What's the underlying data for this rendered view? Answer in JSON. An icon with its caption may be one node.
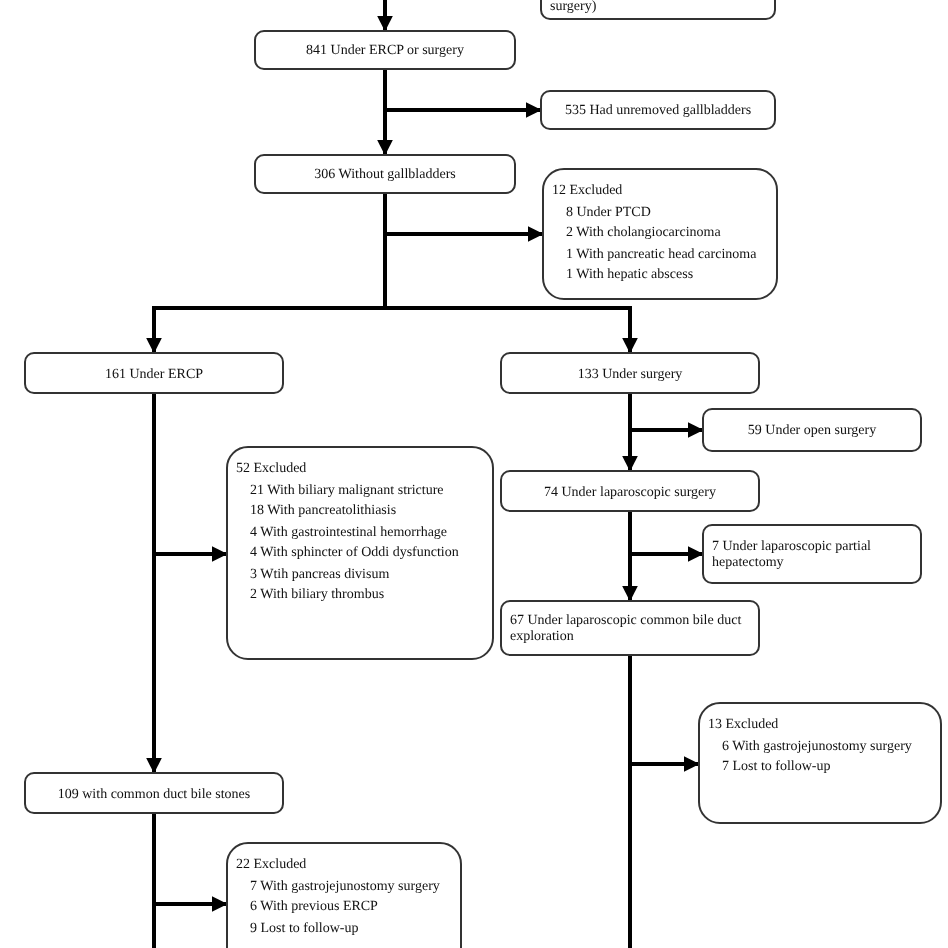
{
  "diagram": {
    "nodes": [
      {
        "text": [
          "surgery)"
        ]
      },
      {
        "text": [
          "841 Under ERCP or surgery"
        ]
      },
      {
        "text": [
          "535 Had unremoved gallbladders"
        ]
      },
      {
        "text": [
          "306 Without gallbladders"
        ]
      },
      {
        "text": [
          "12 Excluded",
          "8 Under PTCD",
          "2 With cholangiocarcinoma",
          "1 With pancreatic head carcinoma",
          "1 With hepatic abscess"
        ]
      },
      {
        "text": [
          "161 Under ERCP"
        ]
      },
      {
        "text": [
          "133 Under surgery"
        ]
      },
      {
        "text": [
          "59 Under open surgery"
        ]
      },
      {
        "text": [
          "52 Excluded",
          "21 With biliary malignant stricture",
          "18 With pancreatolithiasis",
          "4 With gastrointestinal hemorrhage",
          "4 With sphincter of Oddi dysfunction",
          "3 Wtih pancreas divisum",
          "2 With biliary thrombus"
        ]
      },
      {
        "text": [
          "74 Under laparoscopic surgery"
        ]
      },
      {
        "text": [
          "7 Under laparoscopic partial hepatectomy"
        ]
      },
      {
        "text": [
          "67 Under laparoscopic common bile duct exploration"
        ]
      },
      {
        "text": [
          "13 Excluded",
          "6 With gastrojejunostomy surgery",
          "7 Lost to follow-up"
        ]
      },
      {
        "text": [
          "109 with common duct bile stones"
        ]
      },
      {
        "text": [
          "22 Excluded",
          "7 With gastrojejunostomy surgery",
          "6 With previous ERCP",
          "9 Lost to follow-up"
        ]
      }
    ],
    "edges": [
      {
        "from": null,
        "to": 1,
        "arrow": "to"
      },
      {
        "from": 1,
        "to": 2,
        "arrow": "to"
      },
      {
        "from": 1,
        "to": 3,
        "arrow": "to"
      },
      {
        "from": 3,
        "to": 4,
        "arrow": "to"
      },
      {
        "from": 3,
        "to": 5,
        "arrow": "to"
      },
      {
        "from": 3,
        "to": 6,
        "arrow": "to"
      },
      {
        "from": 5,
        "to": 8,
        "arrow": "to"
      },
      {
        "from": 5,
        "to": 13,
        "arrow": "to"
      },
      {
        "from": 6,
        "to": 7,
        "arrow": "to"
      },
      {
        "from": 6,
        "to": 9,
        "arrow": "to"
      },
      {
        "from": 9,
        "to": 10,
        "arrow": "to"
      },
      {
        "from": 9,
        "to": 11,
        "arrow": "to"
      },
      {
        "from": 11,
        "to": 12,
        "arrow": "to"
      },
      {
        "from": 11,
        "to": null,
        "arrow": "none"
      },
      {
        "from": 13,
        "to": 14,
        "arrow": "to"
      },
      {
        "from": 13,
        "to": null,
        "arrow": "none"
      }
    ]
  }
}
